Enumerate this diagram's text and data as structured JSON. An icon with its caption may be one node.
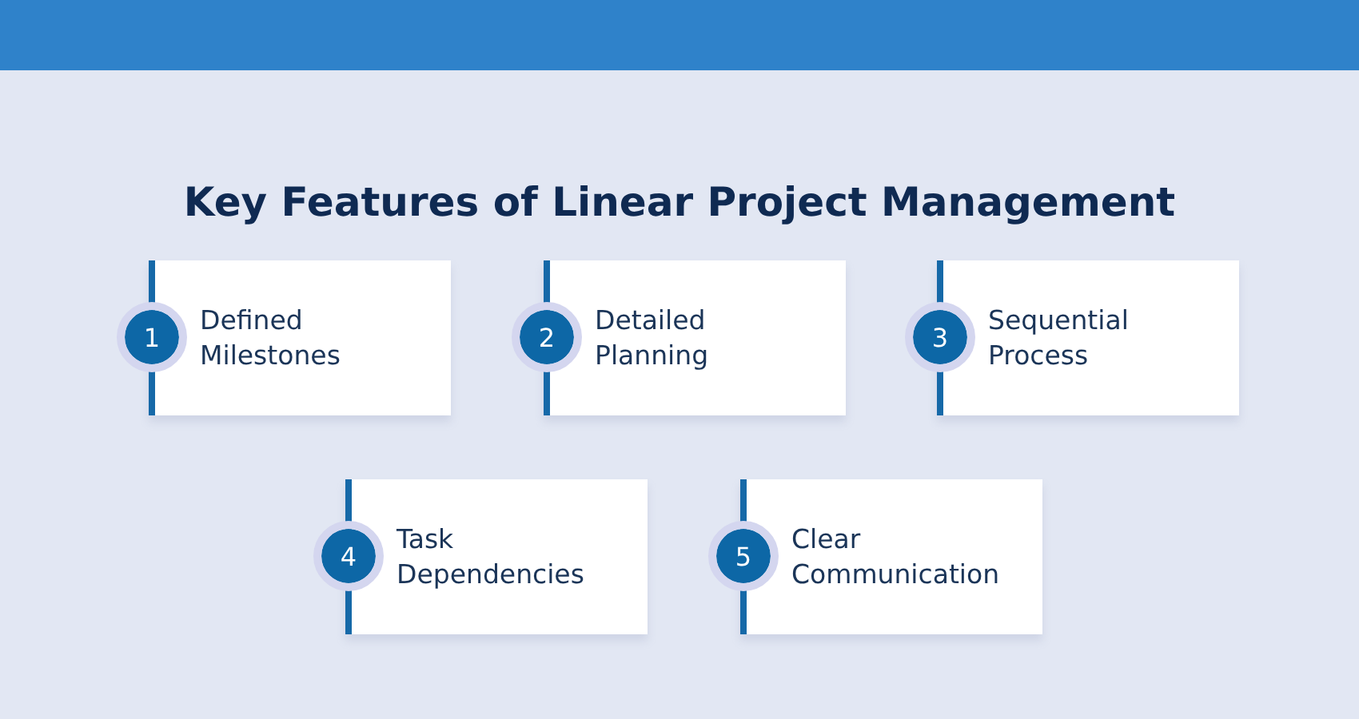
{
  "diagram": {
    "title": "Key Features of Linear Project Management",
    "nodes": [
      {
        "text": [
          "1"
        ]
      },
      {
        "text": [
          "Defined Milestones"
        ]
      },
      {
        "text": [
          "2"
        ]
      },
      {
        "text": [
          "Detailed Planning"
        ]
      },
      {
        "text": [
          "3"
        ]
      },
      {
        "text": [
          "Sequential Process"
        ]
      },
      {
        "text": [
          "4"
        ]
      },
      {
        "text": [
          "Task Dependencies"
        ]
      },
      {
        "text": [
          "5"
        ]
      },
      {
        "text": [
          "Clear Communication"
        ]
      }
    ]
  }
}
